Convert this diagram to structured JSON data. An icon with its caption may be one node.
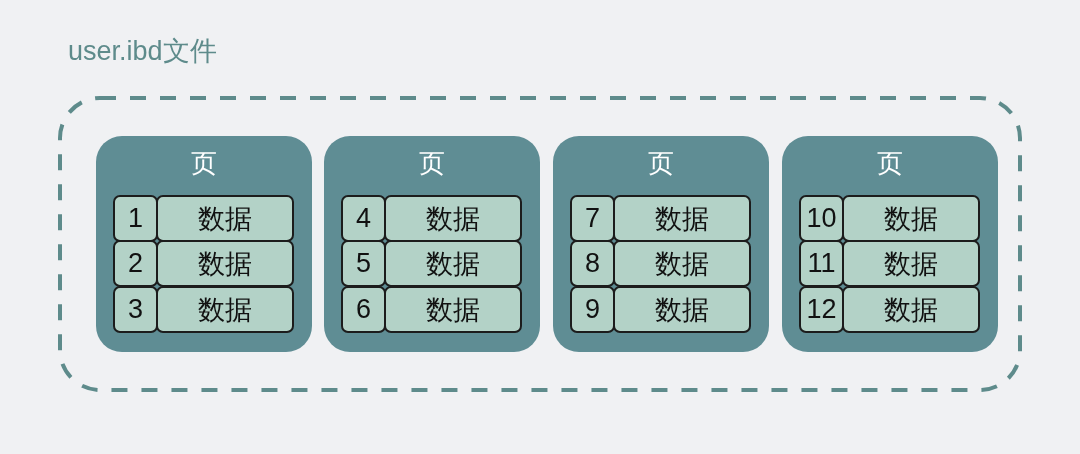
{
  "diagram": {
    "nodes": [
      {
        "text": [
          "user.ibd文件"
        ]
      },
      {
        "text": [
          "页"
        ],
        "in": 0
      },
      {
        "text": [
          "1"
        ],
        "in": 1
      },
      {
        "text": [
          "数据"
        ],
        "in": 1
      },
      {
        "text": [
          "2"
        ],
        "in": 1
      },
      {
        "text": [
          "数据"
        ],
        "in": 1
      },
      {
        "text": [
          "3"
        ],
        "in": 1
      },
      {
        "text": [
          "数据"
        ],
        "in": 1
      },
      {
        "text": [
          "页"
        ],
        "in": 0
      },
      {
        "text": [
          "4"
        ],
        "in": 8
      },
      {
        "text": [
          "数据"
        ],
        "in": 8
      },
      {
        "text": [
          "5"
        ],
        "in": 8
      },
      {
        "text": [
          "数据"
        ],
        "in": 8
      },
      {
        "text": [
          "6"
        ],
        "in": 8
      },
      {
        "text": [
          "数据"
        ],
        "in": 8
      },
      {
        "text": [
          "页"
        ],
        "in": 0
      },
      {
        "text": [
          "7"
        ],
        "in": 15
      },
      {
        "text": [
          "数据"
        ],
        "in": 15
      },
      {
        "text": [
          "8"
        ],
        "in": 15
      },
      {
        "text": [
          "数据"
        ],
        "in": 15
      },
      {
        "text": [
          "9"
        ],
        "in": 15
      },
      {
        "text": [
          "数据"
        ],
        "in": 15
      },
      {
        "text": [
          "页"
        ],
        "in": 0
      },
      {
        "text": [
          "10"
        ],
        "in": 22
      },
      {
        "text": [
          "数据"
        ],
        "in": 22
      },
      {
        "text": [
          "11"
        ],
        "in": 22
      },
      {
        "text": [
          "数据"
        ],
        "in": 22
      },
      {
        "text": [
          "12"
        ],
        "in": 22
      },
      {
        "text": [
          "数据"
        ],
        "in": 22
      }
    ]
  }
}
